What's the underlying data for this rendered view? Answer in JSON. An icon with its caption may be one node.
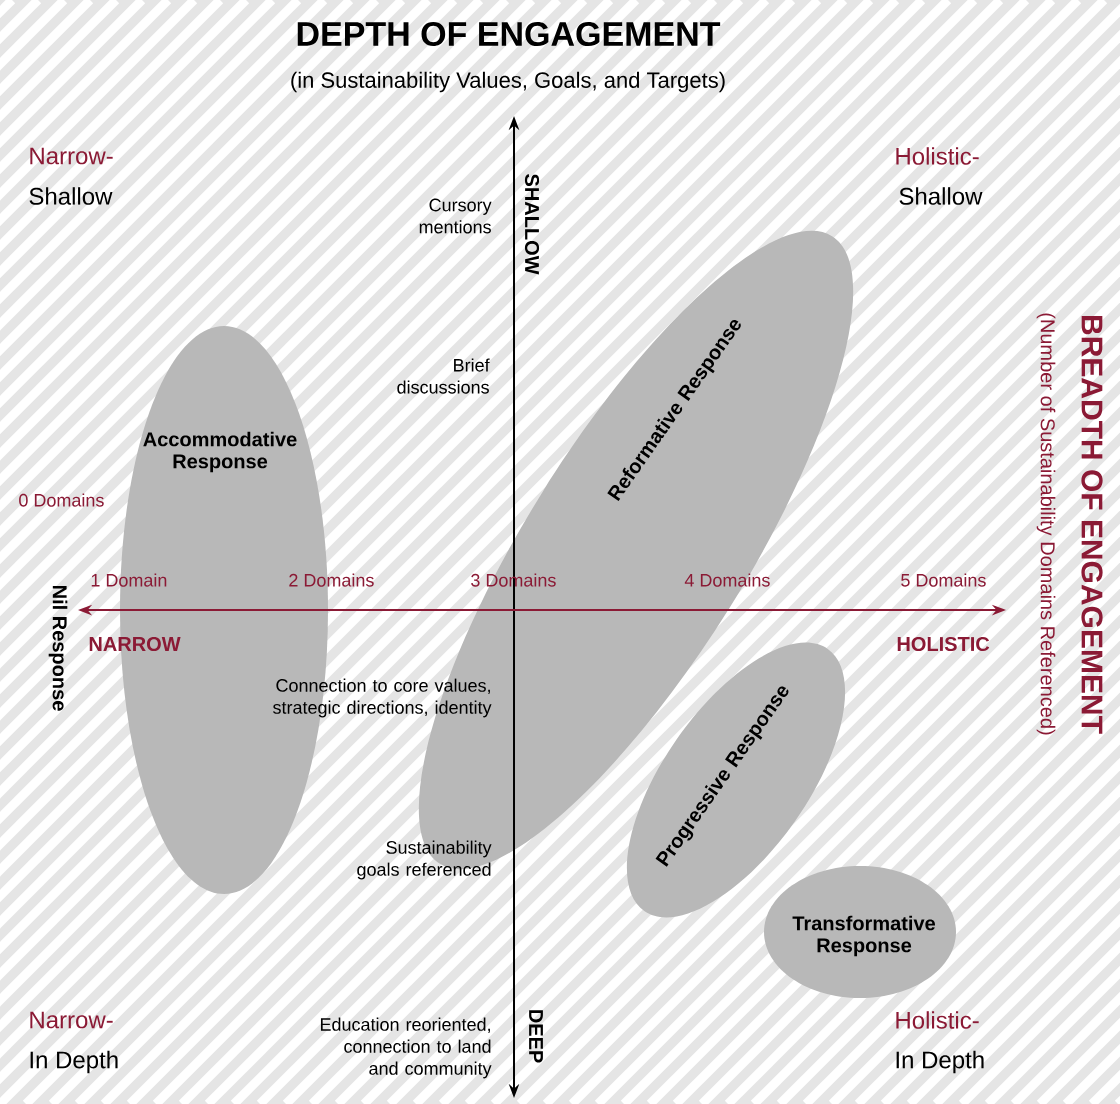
{
  "diagram": {
    "title": "DEPTH OF ENGAGEMENT",
    "nodes": [
      {
        "text": [
          "Accommodative Response"
        ]
      },
      {
        "text": [
          "Reformative Response"
        ]
      },
      {
        "text": [
          "Progressive Response"
        ]
      },
      {
        "text": [
          "Transformative Response"
        ]
      }
    ],
    "labels": [
      "(in Sustainability Values, Goals, and Targets)",
      "Narrow-",
      "Shallow",
      "Holistic-",
      "Shallow",
      "SHALLOW",
      "Cursory mentions",
      "(Number of Sustainability Domains Referenced)",
      "BREADTH OF ENGAGEMENT",
      "Brief discussions",
      "0 Domains",
      "1 Domain",
      "2 Domains",
      "3 Domains",
      "4 Domains",
      "5 Domains",
      "Nil Response",
      "NARROW",
      "HOLISTIC",
      "Connection to core values, strategic directions, identity",
      "Sustainability goals referenced",
      "Narrow-",
      "In Depth",
      "Holistic-",
      "In Depth",
      "Education reoriented, connection to land and community",
      "DEEP"
    ]
  }
}
